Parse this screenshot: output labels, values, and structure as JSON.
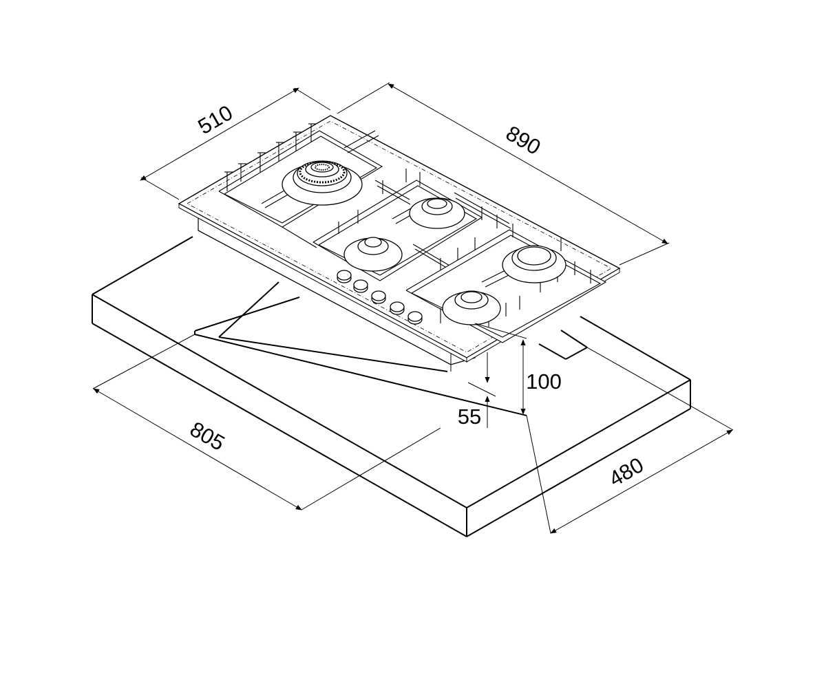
{
  "diagram": {
    "dimensions": {
      "hob_depth": "510",
      "hob_width": "890",
      "cutout_width": "805",
      "cutout_depth": "480",
      "clearance_front": "55",
      "clearance_total": "100"
    },
    "colors": {
      "line": "#000000",
      "background": "#ffffff"
    }
  }
}
